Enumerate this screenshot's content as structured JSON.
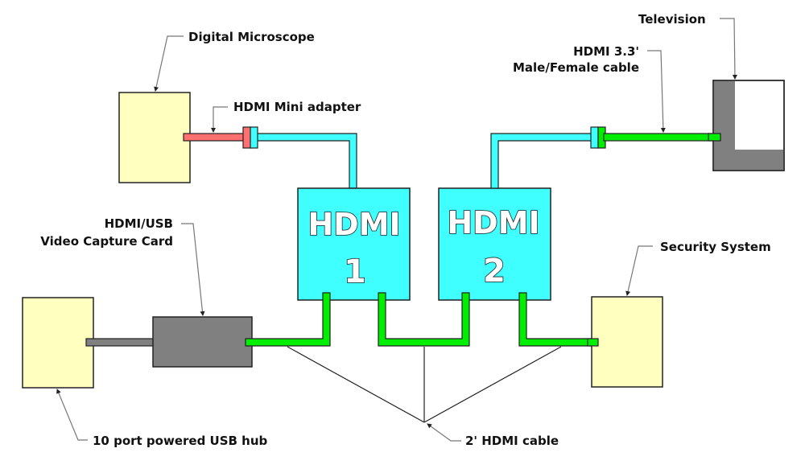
{
  "diagram": {
    "colors": {
      "device_fill": "#ffffc0",
      "switch_fill": "#40ffff",
      "hdmi_cable": "#00ee00",
      "mini_adapter": "#ff7070",
      "capture_card": "#808080",
      "tv_frame": "#808080"
    },
    "devices": {
      "microscope": {
        "label": "Digital Microscope"
      },
      "television": {
        "label": "Television"
      },
      "usb_hub": {
        "label": "10 port powered USB hub"
      },
      "security": {
        "label": "Security System"
      },
      "capture_card": {
        "label_line1": "HDMI/USB",
        "label_line2": "Video Capture Card"
      }
    },
    "switches": [
      {
        "title": "HDMI",
        "number": "1"
      },
      {
        "title": "HDMI",
        "number": "2"
      }
    ],
    "cables": {
      "mini_adapter": {
        "label": "HDMI Mini adapter"
      },
      "extension": {
        "label_line1": "HDMI 3.3'",
        "label_line2": "Male/Female cable"
      },
      "short": {
        "label": "2' HDMI cable"
      }
    }
  }
}
